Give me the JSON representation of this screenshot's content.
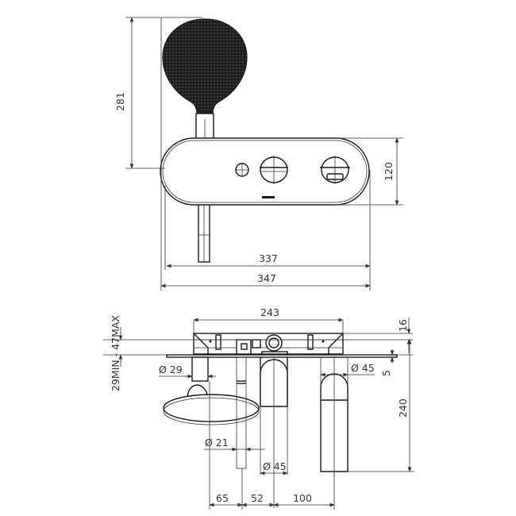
{
  "drawing": {
    "title": "Wall-mounted bath mixer with hand shower — dimensioned drawing",
    "views": [
      "front-elevation",
      "side-section"
    ],
    "front_view": {
      "dimensions": {
        "handshower_height": "281",
        "plate_height": "120",
        "plate_width": "337",
        "overall_width": "347"
      }
    },
    "side_view": {
      "dimensions": {
        "body_width": "243",
        "plate_thickness": "16",
        "wall_depth_range": "29MIN - 47MAX",
        "shower_hose_diameter": "Ø 29",
        "spout_diameter_right": "Ø 45",
        "offset_5": "5",
        "spout_height": "240",
        "hose_outlet_diameter": "Ø 21",
        "spout_diameter_center": "Ø 45",
        "spacing_65": "65",
        "spacing_52": "52",
        "spacing_100": "100"
      }
    },
    "colors": {
      "line": "#1a1a1a",
      "background": "#ffffff",
      "shower_head": "#1e1e1e"
    }
  }
}
